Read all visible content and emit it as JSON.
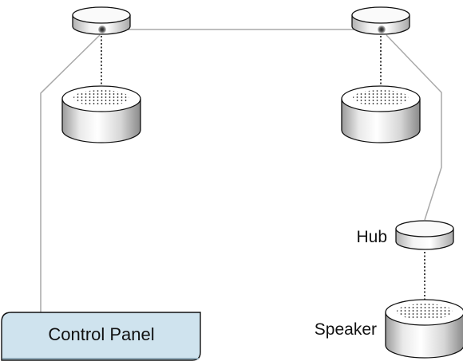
{
  "labels": {
    "hub": "Hub",
    "speaker": "Speaker",
    "control_panel": "Control Panel"
  },
  "colors": {
    "wire": "#a9a9a9",
    "outline": "#111111",
    "panel_fill": "#cfe3ee",
    "background": "#ffffff"
  },
  "legend_icons": [
    "hub-icon",
    "speaker-icon"
  ]
}
